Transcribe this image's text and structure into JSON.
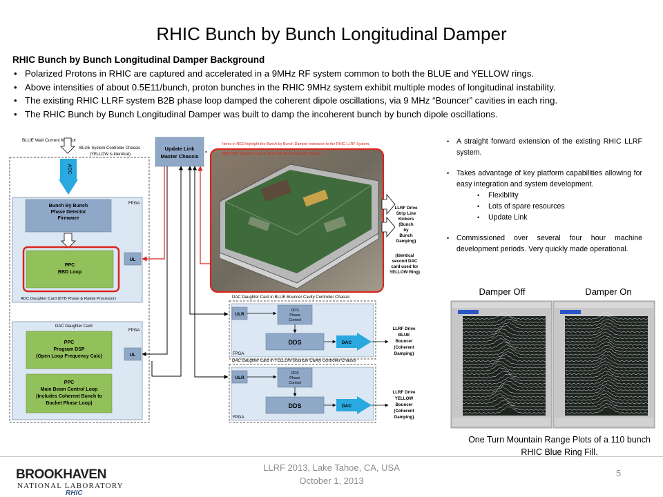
{
  "slide": {
    "title": "RHIC Bunch by Bunch Longitudinal Damper",
    "background_heading": "RHIC Bunch by Bunch Longitudinal Damper Background",
    "bullets": [
      "Polarized Protons in RHIC are captured and accelerated in a 9MHz RF system common to both the BLUE and YELLOW rings.",
      "Above intensities of about 0.5E11/bunch, proton bunches in the RHIC 9MHz system exhibit multiple modes of longitudinal instability.",
      "The existing RHIC LLRF system B2B phase loop damped the coherent dipole oscillations, via 9 MHz “Bouncer” cavities in each ring.",
      "The RHIC Bunch by Bunch Longitudinal Damper was built to damp the incoherent bunch by bunch dipole oscillations."
    ],
    "right_bullets": [
      "A straight forward extension of the existing RHIC LLRF system.",
      "Takes advantage of key platform capabilities allowing for easy integration and system development.",
      "Commissioned over several four hour machine development periods. Very quickly made operational."
    ],
    "sub_bullets": [
      "Flexibility",
      "Lots of spare resources",
      "Update Link"
    ],
    "plots": {
      "off_label": "Damper Off",
      "on_label": "Damper On"
    },
    "caption": "One Turn Mountain Range Plots of a 110 bunch RHIC Blue Ring Fill.",
    "footer": {
      "line1": "LLRF 2013, Lake Tahoe, CA, USA",
      "line2": "October 1, 2013",
      "page": "5"
    },
    "logo": {
      "main": "BROOKHAVEN",
      "sub": "NATIONAL LABORATORY",
      "rhic": "RHIC"
    }
  },
  "diagram": {
    "wall_monitor": "BLUE Wall Current Monitor",
    "blue_chassis": "BLUE System Controller Chassis",
    "blue_chassis_note": "(YELLOW is Identical)",
    "adc": "ADC",
    "fpga": "FPGA",
    "phase_detector": [
      "Bunch By Bunch",
      "Phase Detector",
      "Firmware"
    ],
    "ppc_bbd": [
      "PPC",
      "BBD Loop"
    ],
    "ul": "UL",
    "ulr": "ULR",
    "adc_card": "ADC Daughter Card (BTB Phase & Radial Processor)",
    "dac_card": "DAC Daughter Card",
    "ppc_dsp": [
      "PPC",
      "Program DSP",
      "(Open Loop Frequency Calc)"
    ],
    "ppc_main": [
      "PPC",
      "Main Beam Control Loop",
      "(Includes Coherent Bunch to",
      "Bucket Phase Loop)"
    ],
    "update_link": [
      "Update Link",
      "Master Chassis"
    ],
    "red_note": "Items in RED highlight the Bunch by Bunch Damper extension to the RHIC LLRF System.",
    "photo_strip": "BBD DAC Daughter Card in Bunch By Bunch Damper Chassis",
    "strip_kickers": [
      "LLRF Drive",
      "Strip Line",
      "Kickers",
      "(Bunch",
      "by",
      "Bunch",
      "Damping)"
    ],
    "second_dac": [
      "(Identical",
      "second DAC",
      "card used for",
      "YELLOW Ring)"
    ],
    "blue_bouncer_title": "DAC Daughter Card in BLUE Bouncer Cavity Controller Chassis",
    "yellow_bouncer_title": "DAC Daughter Card in YELLOW Bouncer Cavity Controller Chassis",
    "dds_phase": [
      "DDS",
      "Phase",
      "Control"
    ],
    "dds": "DDS",
    "dac": "DAC",
    "blue_drive": [
      "LLRF Drive",
      "BLUE",
      "Bouncer",
      "(Coherent",
      "Damping)"
    ],
    "yellow_drive": [
      "LLRF Drive",
      "YELLOW",
      "Bouncer",
      "(Coherent",
      "Damping)"
    ]
  },
  "colors": {
    "box_blue": "#8fa8c8",
    "box_green": "#92c05a",
    "panel_blue": "#dbe7f3",
    "arrow_cyan": "#2aa8e0",
    "highlight_red": "#d9251d"
  }
}
